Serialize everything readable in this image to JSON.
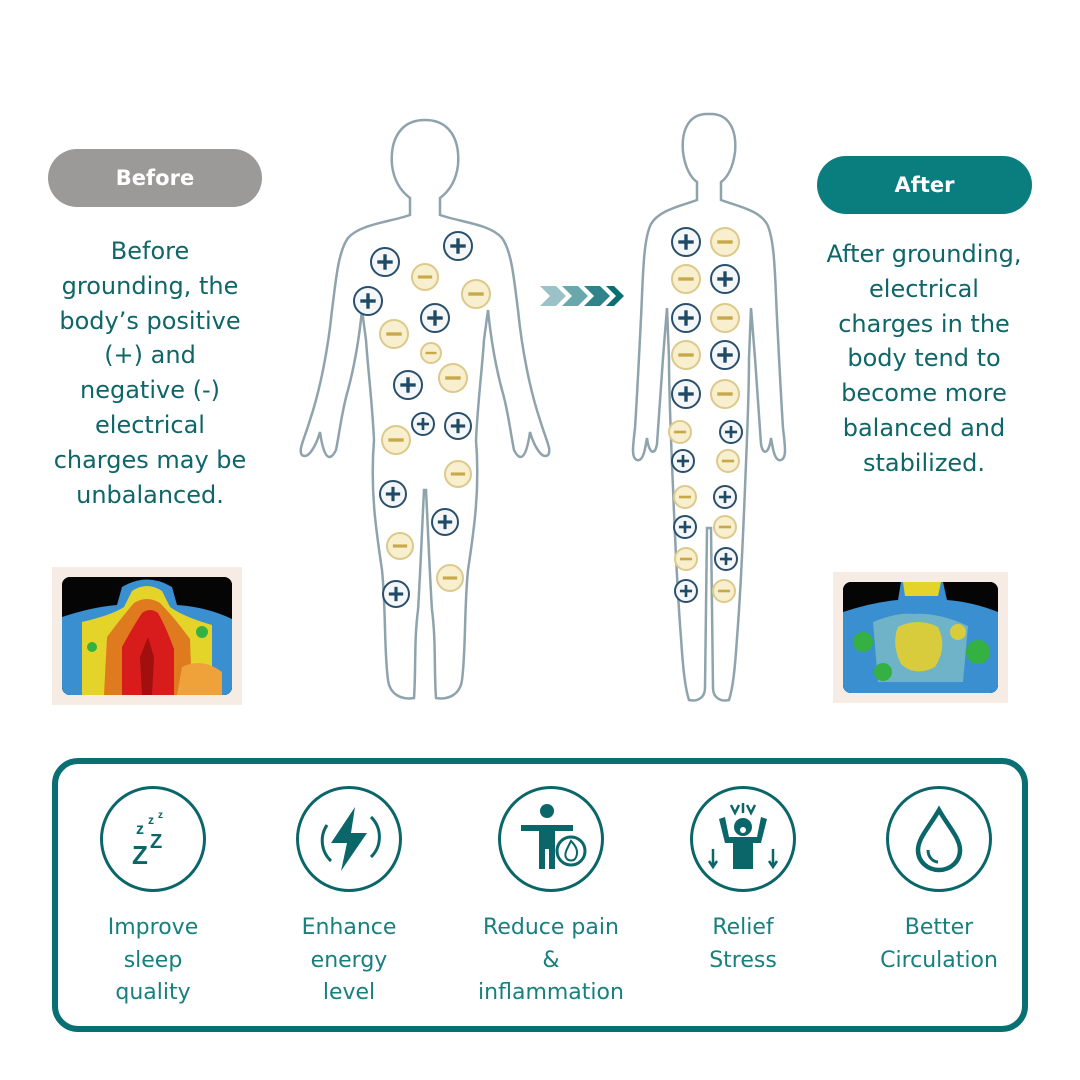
{
  "before": {
    "label": "Before",
    "description": "Before grounding, the body’s positive (+) and negative (-) electrical charges may be unbalanced."
  },
  "after": {
    "label": "After",
    "description": "After grounding, electrical charges in the body tend to become more balanced and stabilized."
  },
  "colors": {
    "teal": "#0a7d7e",
    "gray_pill": "#9c9999",
    "text_teal": "#0f6669",
    "plus_charge": "#1e4a66",
    "minus_charge": "#d9c58a"
  },
  "benefits": [
    {
      "icon": "sleep-icon",
      "label": "Improve\nsleep\nquality"
    },
    {
      "icon": "lightning-icon",
      "label": "Enhance\nenergy\nlevel"
    },
    {
      "icon": "pain-relief-icon",
      "label": "Reduce pain\n&\ninflammation"
    },
    {
      "icon": "stress-icon",
      "label": "Relief\nStress"
    },
    {
      "icon": "water-drop-icon",
      "label": "Better\nCirculation"
    }
  ]
}
